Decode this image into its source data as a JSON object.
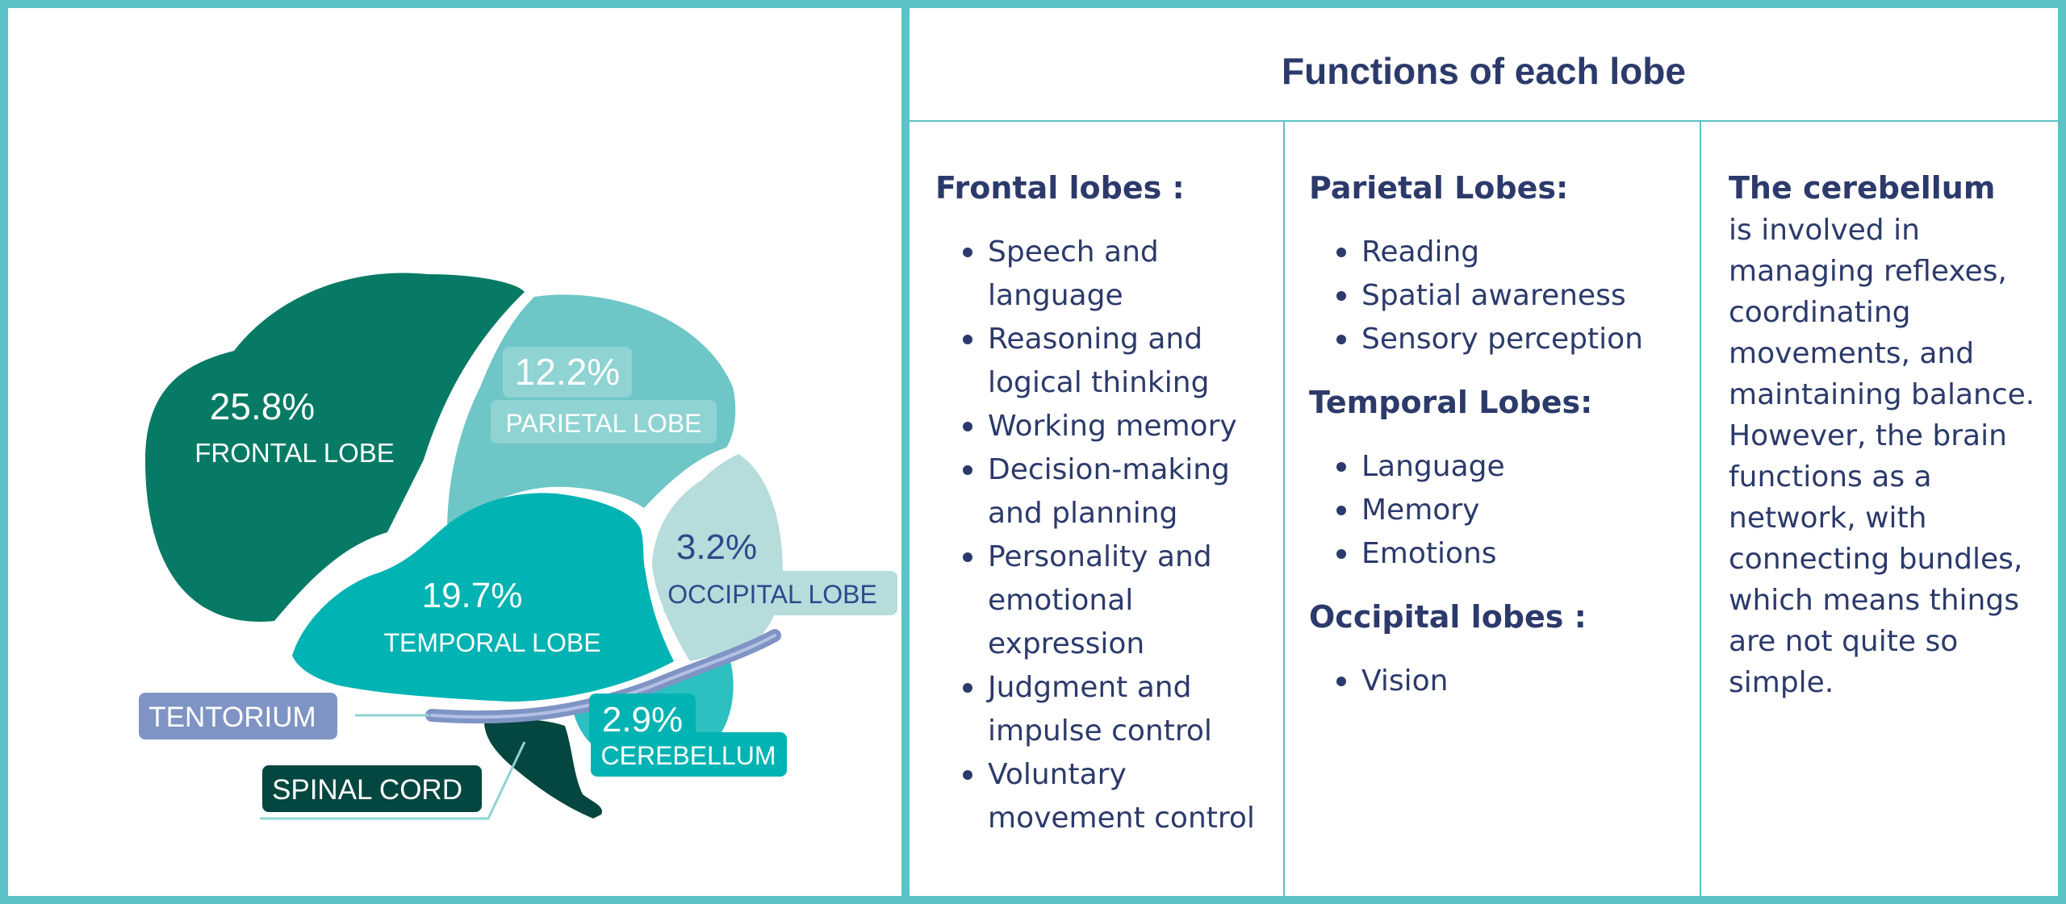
{
  "title": "Functions of each lobe",
  "diagram": {
    "frontal": {
      "pct": "25.8%",
      "label": "FRONTAL LOBE",
      "color": "#067a64"
    },
    "parietal": {
      "pct": "12.2%",
      "label": "PARIETAL LOBE",
      "color": "#6ec6c7"
    },
    "occipital": {
      "pct": "3.2%",
      "label": "OCCIPITAL LOBE",
      "color": "#b6dcdc"
    },
    "temporal": {
      "pct": "19.7%",
      "label": "TEMPORAL LOBE",
      "color": "#01b3b3"
    },
    "cerebellum": {
      "pct": "2.9%",
      "label": "CEREBELLUM",
      "color": "#2dc0c0"
    },
    "tentorium": {
      "label": "TENTORIUM",
      "color": "#7f94c4"
    },
    "spinal_cord": {
      "label": "SPINAL CORD",
      "color": "#044640"
    }
  },
  "columns": {
    "frontal": {
      "heading": "Frontal lobes :",
      "items": [
        "Speech and language",
        "Reasoning and logical thinking",
        "Working memory",
        "Decision-making and planning",
        "Personality and emotional expression",
        "Judgment and impulse control",
        "Voluntary movement control"
      ]
    },
    "parietal": {
      "heading": "Parietal Lobes:",
      "items": [
        "Reading",
        "Spatial awareness",
        "Sensory perception"
      ]
    },
    "temporal": {
      "heading": "Temporal Lobes:",
      "items": [
        "Language",
        "Memory",
        "Emotions"
      ]
    },
    "occipital": {
      "heading": "Occipital lobes :",
      "items": [
        "Vision"
      ]
    },
    "cerebellum": {
      "heading": "The cerebellum",
      "text": "is involved in managing reflexes, coordinating movements, and maintaining balance. However, the brain functions as a network, with connecting bundles, which means things are not quite so simple."
    }
  }
}
